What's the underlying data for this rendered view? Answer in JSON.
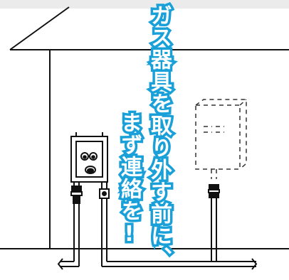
{
  "headline": {
    "line1": "ガス器具を取り外す前に、",
    "line2": "まず連絡を!",
    "text_color": "#ffffff",
    "outline_color": "#1aa0d8"
  },
  "icons": [
    "house-outline",
    "gas-meter-with-face",
    "water-heater-dashed",
    "gas-pipe",
    "gas-valve"
  ]
}
